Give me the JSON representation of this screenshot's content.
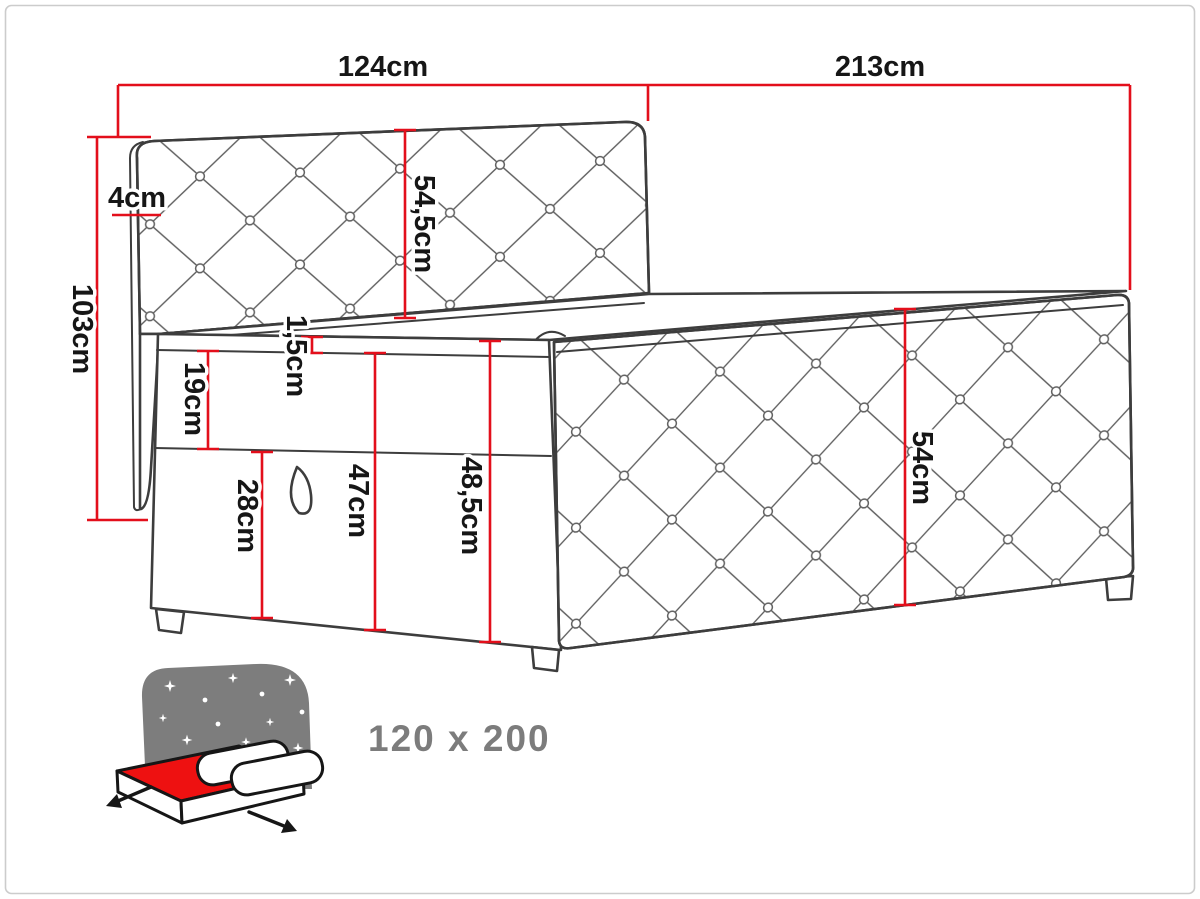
{
  "dimensions": {
    "headboard_width": "124cm",
    "bed_length": "213cm",
    "headboard_top_height": "54,5cm",
    "headboard_thickness": "4cm",
    "total_height": "103cm",
    "mattress_height": "19cm",
    "topper_lip": "1,5cm",
    "box_height": "28cm",
    "side_height_upper": "47cm",
    "side_total_height": "48,5cm",
    "footboard_height": "54cm"
  },
  "footer": {
    "size_label": "120 x 200"
  },
  "colors": {
    "dimension_red": "#e30f1b",
    "accent_red": "#ee1111",
    "icon_gray": "#7d7d7d",
    "outline_gray": "#3d3d3d",
    "border_gray": "#cccccc"
  }
}
